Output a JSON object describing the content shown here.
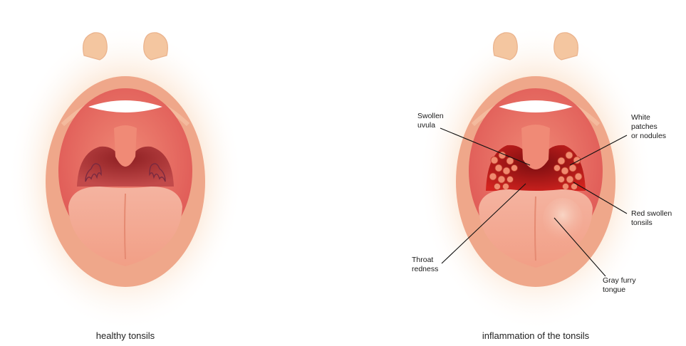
{
  "panels": {
    "healthy": {
      "caption": "healthy tonsils"
    },
    "inflamed": {
      "caption": "inflammation of the tonsils",
      "callouts": {
        "swollen_uvula": [
          "Swollen",
          "uvula"
        ],
        "white_patches": [
          "White",
          "patches",
          "or nodules"
        ],
        "red_swollen_tonsils": [
          "Red swollen",
          "tonsils"
        ],
        "throat_redness": [
          "Throat",
          "redness"
        ],
        "gray_furry_tongue": [
          "Gray furry",
          "tongue"
        ]
      }
    }
  },
  "colors": {
    "glow": "#f7c79a",
    "face": "#f4c6a0",
    "lips": "#efa78a",
    "mouth_inner": "#e9756a",
    "throat": "#b53a3a",
    "throat_dark": "#8e1f22",
    "tongue": "#f2a98f",
    "teeth": "#ffffff",
    "nodule": "#f08a6f",
    "inflamed_throat": "#c8201e"
  }
}
